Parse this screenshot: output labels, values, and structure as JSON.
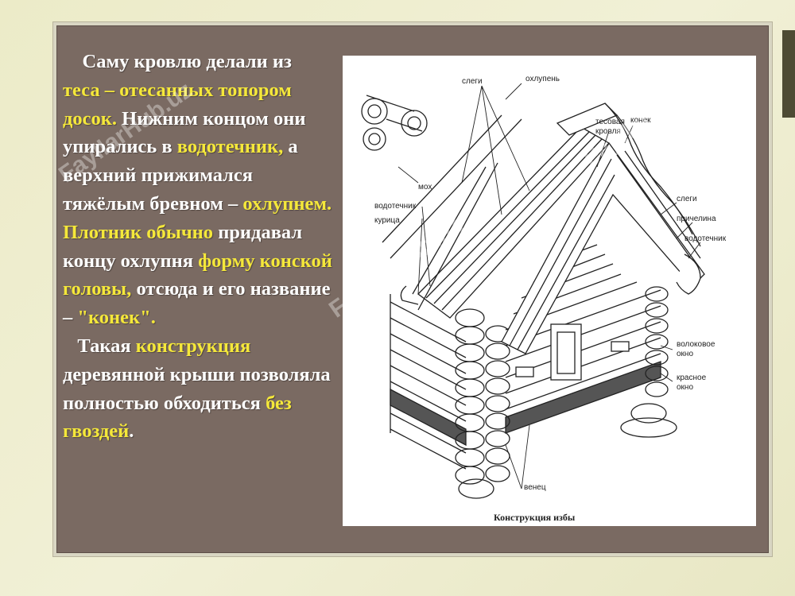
{
  "slide": {
    "paragraphs": [
      {
        "segments": [
          {
            "text": "    Саму кровлю делали из ",
            "hl": false
          },
          {
            "text": "теса – отесанных топором досок.",
            "hl": true
          },
          {
            "text": " Нижним концом они упирались в ",
            "hl": false
          },
          {
            "text": "водотечник,",
            "hl": true
          },
          {
            "text": " а верхний прижимался тяжёлым бревном – ",
            "hl": false
          },
          {
            "text": "охлупнем.",
            "hl": true
          },
          {
            "text": " ",
            "hl": false
          },
          {
            "text": "Плотник обычно",
            "hl": true
          },
          {
            "text": " придавал концу охлупня ",
            "hl": false
          },
          {
            "text": "форму конской головы,",
            "hl": true
          },
          {
            "text": " отсюда и его название – ",
            "hl": false
          },
          {
            "text": "\"конек\".",
            "hl": true
          }
        ]
      },
      {
        "segments": [
          {
            "text": "   Такая ",
            "hl": false
          },
          {
            "text": "конструкция",
            "hl": true
          },
          {
            "text": " деревянной крыши позволяла полностью обходиться ",
            "hl": false
          },
          {
            "text": "без гвоздей",
            "hl": true
          },
          {
            "text": ".",
            "hl": false
          }
        ]
      }
    ],
    "colors": {
      "text": "#ffffff",
      "highlight": "#f5e83a",
      "panel": "#7a6a62"
    }
  },
  "diagram": {
    "labels": {
      "slegi_top": "слеги",
      "okhlupen": "охлупень",
      "tesovaya1": "тесовая",
      "tesovaya2": "кровля",
      "konek": "конек",
      "mokh": "мох",
      "vodotechnik_left": "водотечник",
      "kuritsa": "курица",
      "slegi_right": "слеги",
      "prichelina": "причелина",
      "vodotechnik_right": "водотечник",
      "volokovoe1": "волоковое",
      "volokovoe2": "окно",
      "krasnoe1": "красное",
      "krasnoe2": "окно",
      "venets": "венец",
      "caption": "Конструкция избы"
    }
  },
  "watermark": "FayllarHub.uz"
}
